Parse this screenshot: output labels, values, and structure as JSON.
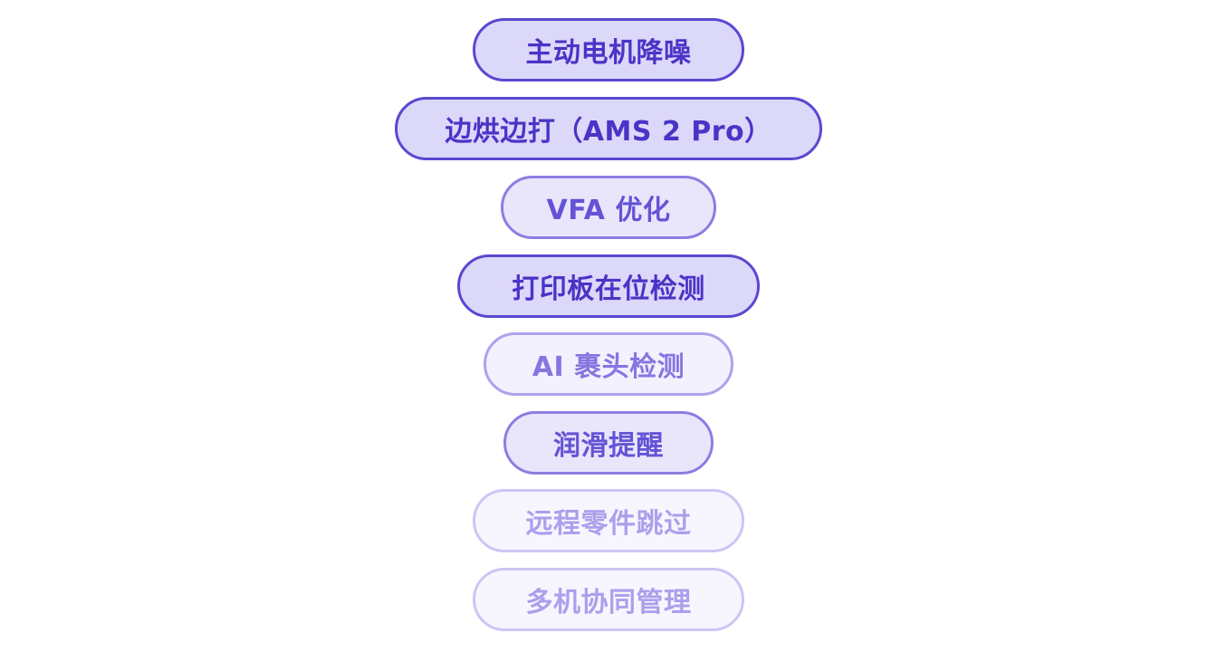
{
  "features": [
    {
      "label": "主动电机降噪",
      "level": 1
    },
    {
      "label": "边烘边打（AMS 2 Pro）",
      "level": 1
    },
    {
      "label": "VFA 优化",
      "level": 2
    },
    {
      "label": "打印板在位检测",
      "level": 1
    },
    {
      "label": "AI 裹头检测",
      "level": 3
    },
    {
      "label": "润滑提醒",
      "level": 2
    },
    {
      "label": "远程零件跳过",
      "level": 4
    },
    {
      "label": "多机协同管理",
      "level": 4
    }
  ]
}
